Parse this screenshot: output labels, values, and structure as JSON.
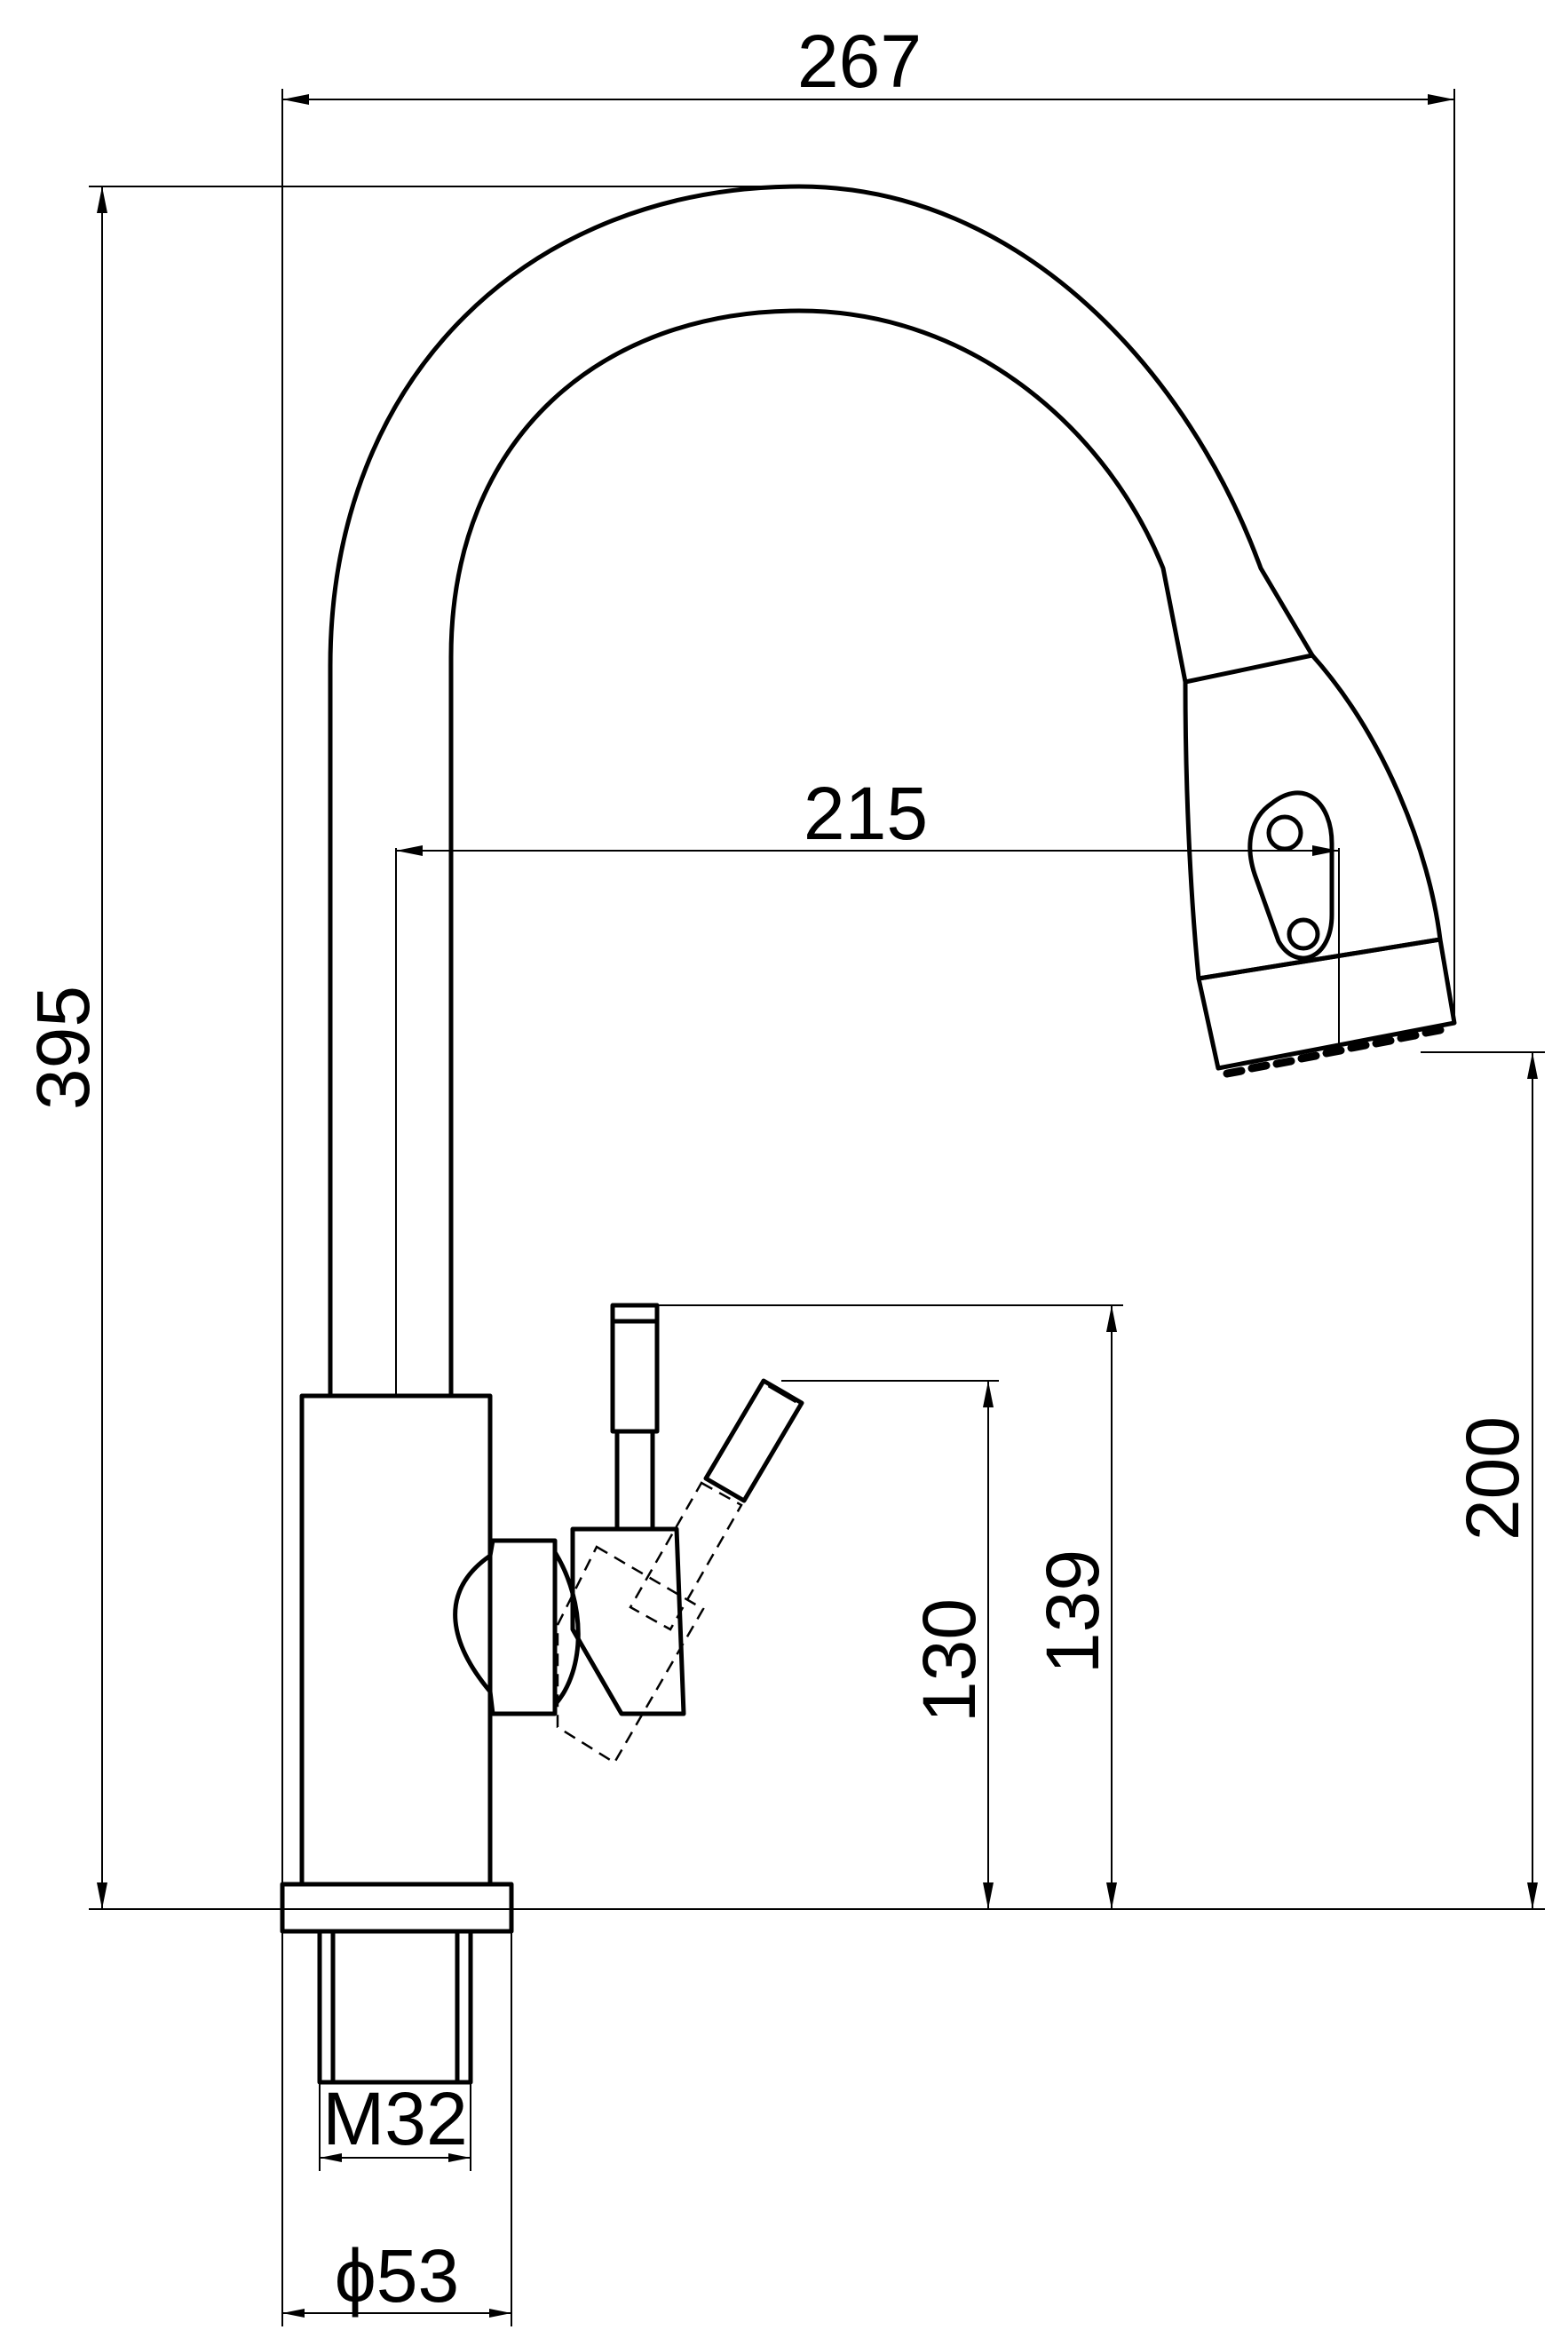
{
  "drawing": {
    "dimensions": {
      "overall_width": "267",
      "overall_height": "395",
      "reach": "215",
      "spout_height": "200",
      "lever_height_max": "139",
      "lever_height_min": "130",
      "thread": "M32",
      "base_diameter": "ϕ53"
    }
  }
}
